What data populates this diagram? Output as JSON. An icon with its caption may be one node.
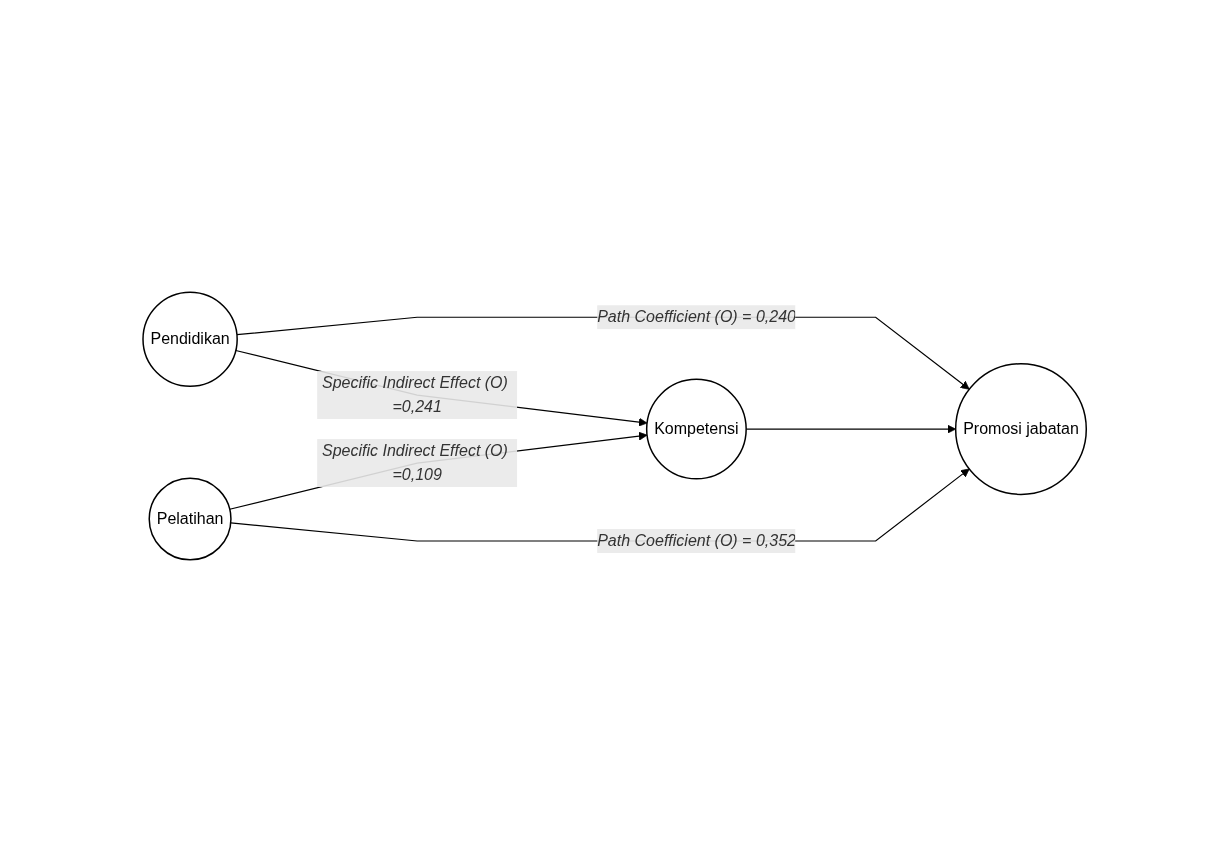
{
  "diagram": {
    "nodes": [
      {
        "text": [
          "Pendidikan"
        ]
      },
      {
        "text": [
          "Kompetensi"
        ]
      },
      {
        "text": [
          "Promosi jabatan"
        ]
      },
      {
        "text": [
          "Pelatihan"
        ]
      }
    ],
    "edges": [
      {
        "from": 0,
        "to": 2,
        "arrow": "to",
        "label": "Path Coefficient (O) = 0,240"
      },
      {
        "from": 0,
        "to": 1,
        "arrow": "to",
        "label": "Specific Indirect Effect (O) =0,241"
      },
      {
        "from": 1,
        "to": 2,
        "arrow": "to"
      },
      {
        "from": 3,
        "to": 1,
        "arrow": "to",
        "label": "Specific Indirect Effect (O) =0,109"
      },
      {
        "from": 3,
        "to": 2,
        "arrow": "to",
        "label": "Path Coefficient (O) = 0,352"
      }
    ]
  }
}
